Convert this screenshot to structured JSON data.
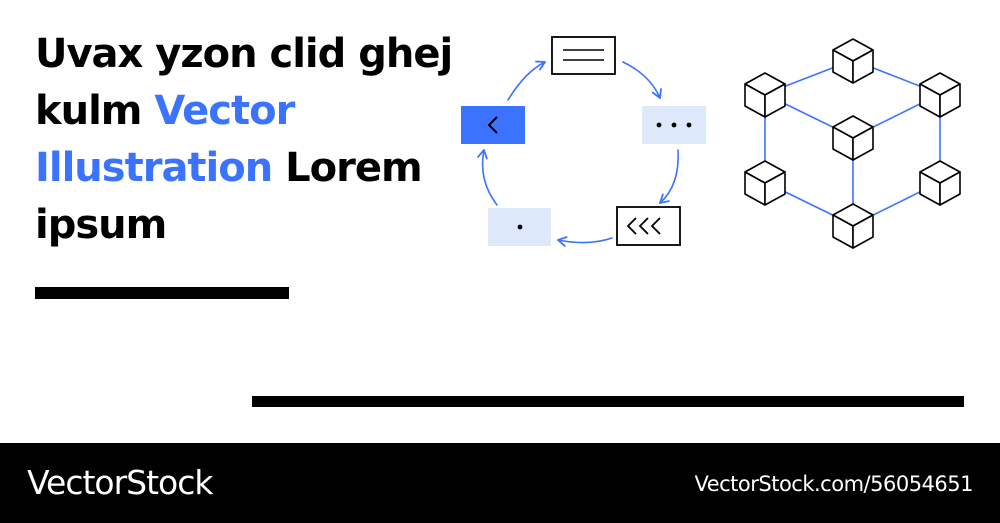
{
  "headline": {
    "part1": "Uvax yzon clid ghej kulm ",
    "accent": "Vector Illustration",
    "part2": " Lorem ipsum"
  },
  "icons": {
    "cycle": [
      "document-icon",
      "ellipsis-icon",
      "triple-chevron-left-icon",
      "dot-icon",
      "chevron-left-icon"
    ],
    "network": "cube-network-icon"
  },
  "colors": {
    "accent": "#3b73ff",
    "accent_light": "#dde8fb",
    "text": "#000000",
    "footer_bg": "#000000",
    "footer_text": "#ffffff"
  },
  "footer": {
    "brand": "VectorStock",
    "image_id": "VectorStock.com/56054651"
  }
}
